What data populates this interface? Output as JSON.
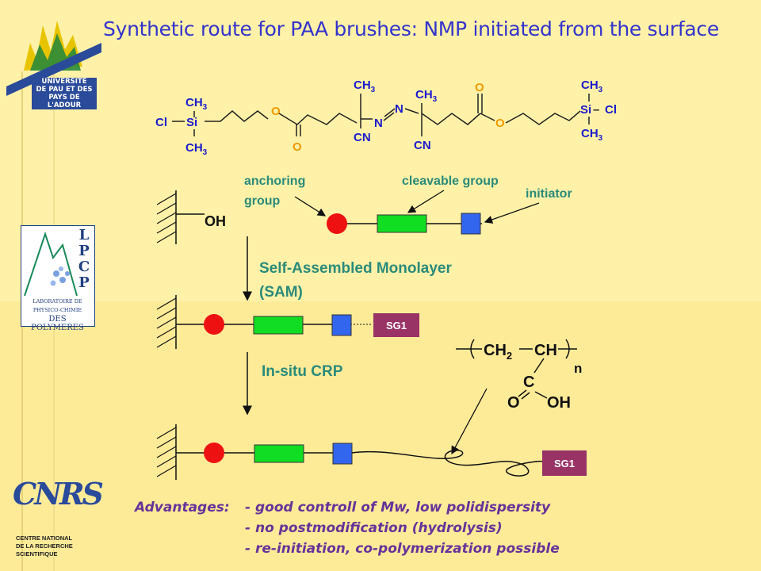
{
  "title": "Synthetic route  for  PAA brushes: NMP initiated from the surface",
  "logos": {
    "upa": {
      "line1": "UNIVERSITÉ",
      "line2": "DE PAU ET DES",
      "line3": "PAYS DE L'ADOUR"
    },
    "lpcp": {
      "letters": [
        "L",
        "P",
        "C",
        "P"
      ],
      "line1": "LABORATOIRE DE PHYSICO-CHIMIE",
      "line2": "DES POLYMERES"
    },
    "cnrs": {
      "logo": "CNRS",
      "line1": "CENTRE NATIONAL",
      "line2": "DE LA RECHERCHE",
      "line3": "SCIENTIFIQUE"
    }
  },
  "molecule": {
    "cl_left": "Cl",
    "si_left": "Si",
    "ch3": "CH",
    "sub3": "3",
    "o": "O",
    "n": "N",
    "cn": "CN",
    "si_right": "Si",
    "cl_right": "Cl",
    "dash": "–"
  },
  "labels": {
    "anchoring_line1": "anchoring",
    "anchoring_line2": "group",
    "cleavable": "cleavable group",
    "initiator": "initiator",
    "oh": "OH",
    "sam_line1": "Self-Assembled Monolayer",
    "sam_line2": "(SAM)",
    "crp": "In-situ CRP",
    "sg1": "SG1"
  },
  "polymer": {
    "ch2": "CH",
    "sub2": "2",
    "ch": "CH",
    "c": "C",
    "o": "O",
    "oh": "OH",
    "n": "n"
  },
  "advantages": {
    "heading": "Advantages:",
    "items": [
      "- good controll of Mw, low polidispersity",
      "- no postmodification (hydrolysis)",
      "- re-initiation, co-polymerization possible"
    ]
  },
  "colors": {
    "background": "#fff2a8",
    "title": "#3333cc",
    "label_teal": "#2a8a7a",
    "anchor_red": "#ee1111",
    "cleavable_green": "#11dd22",
    "initiator_blue": "#3366ee",
    "sg1_box": "#993366",
    "advantages": "#663399",
    "molecule_blue": "#1a1acc",
    "molecule_orange": "#ee9900"
  }
}
